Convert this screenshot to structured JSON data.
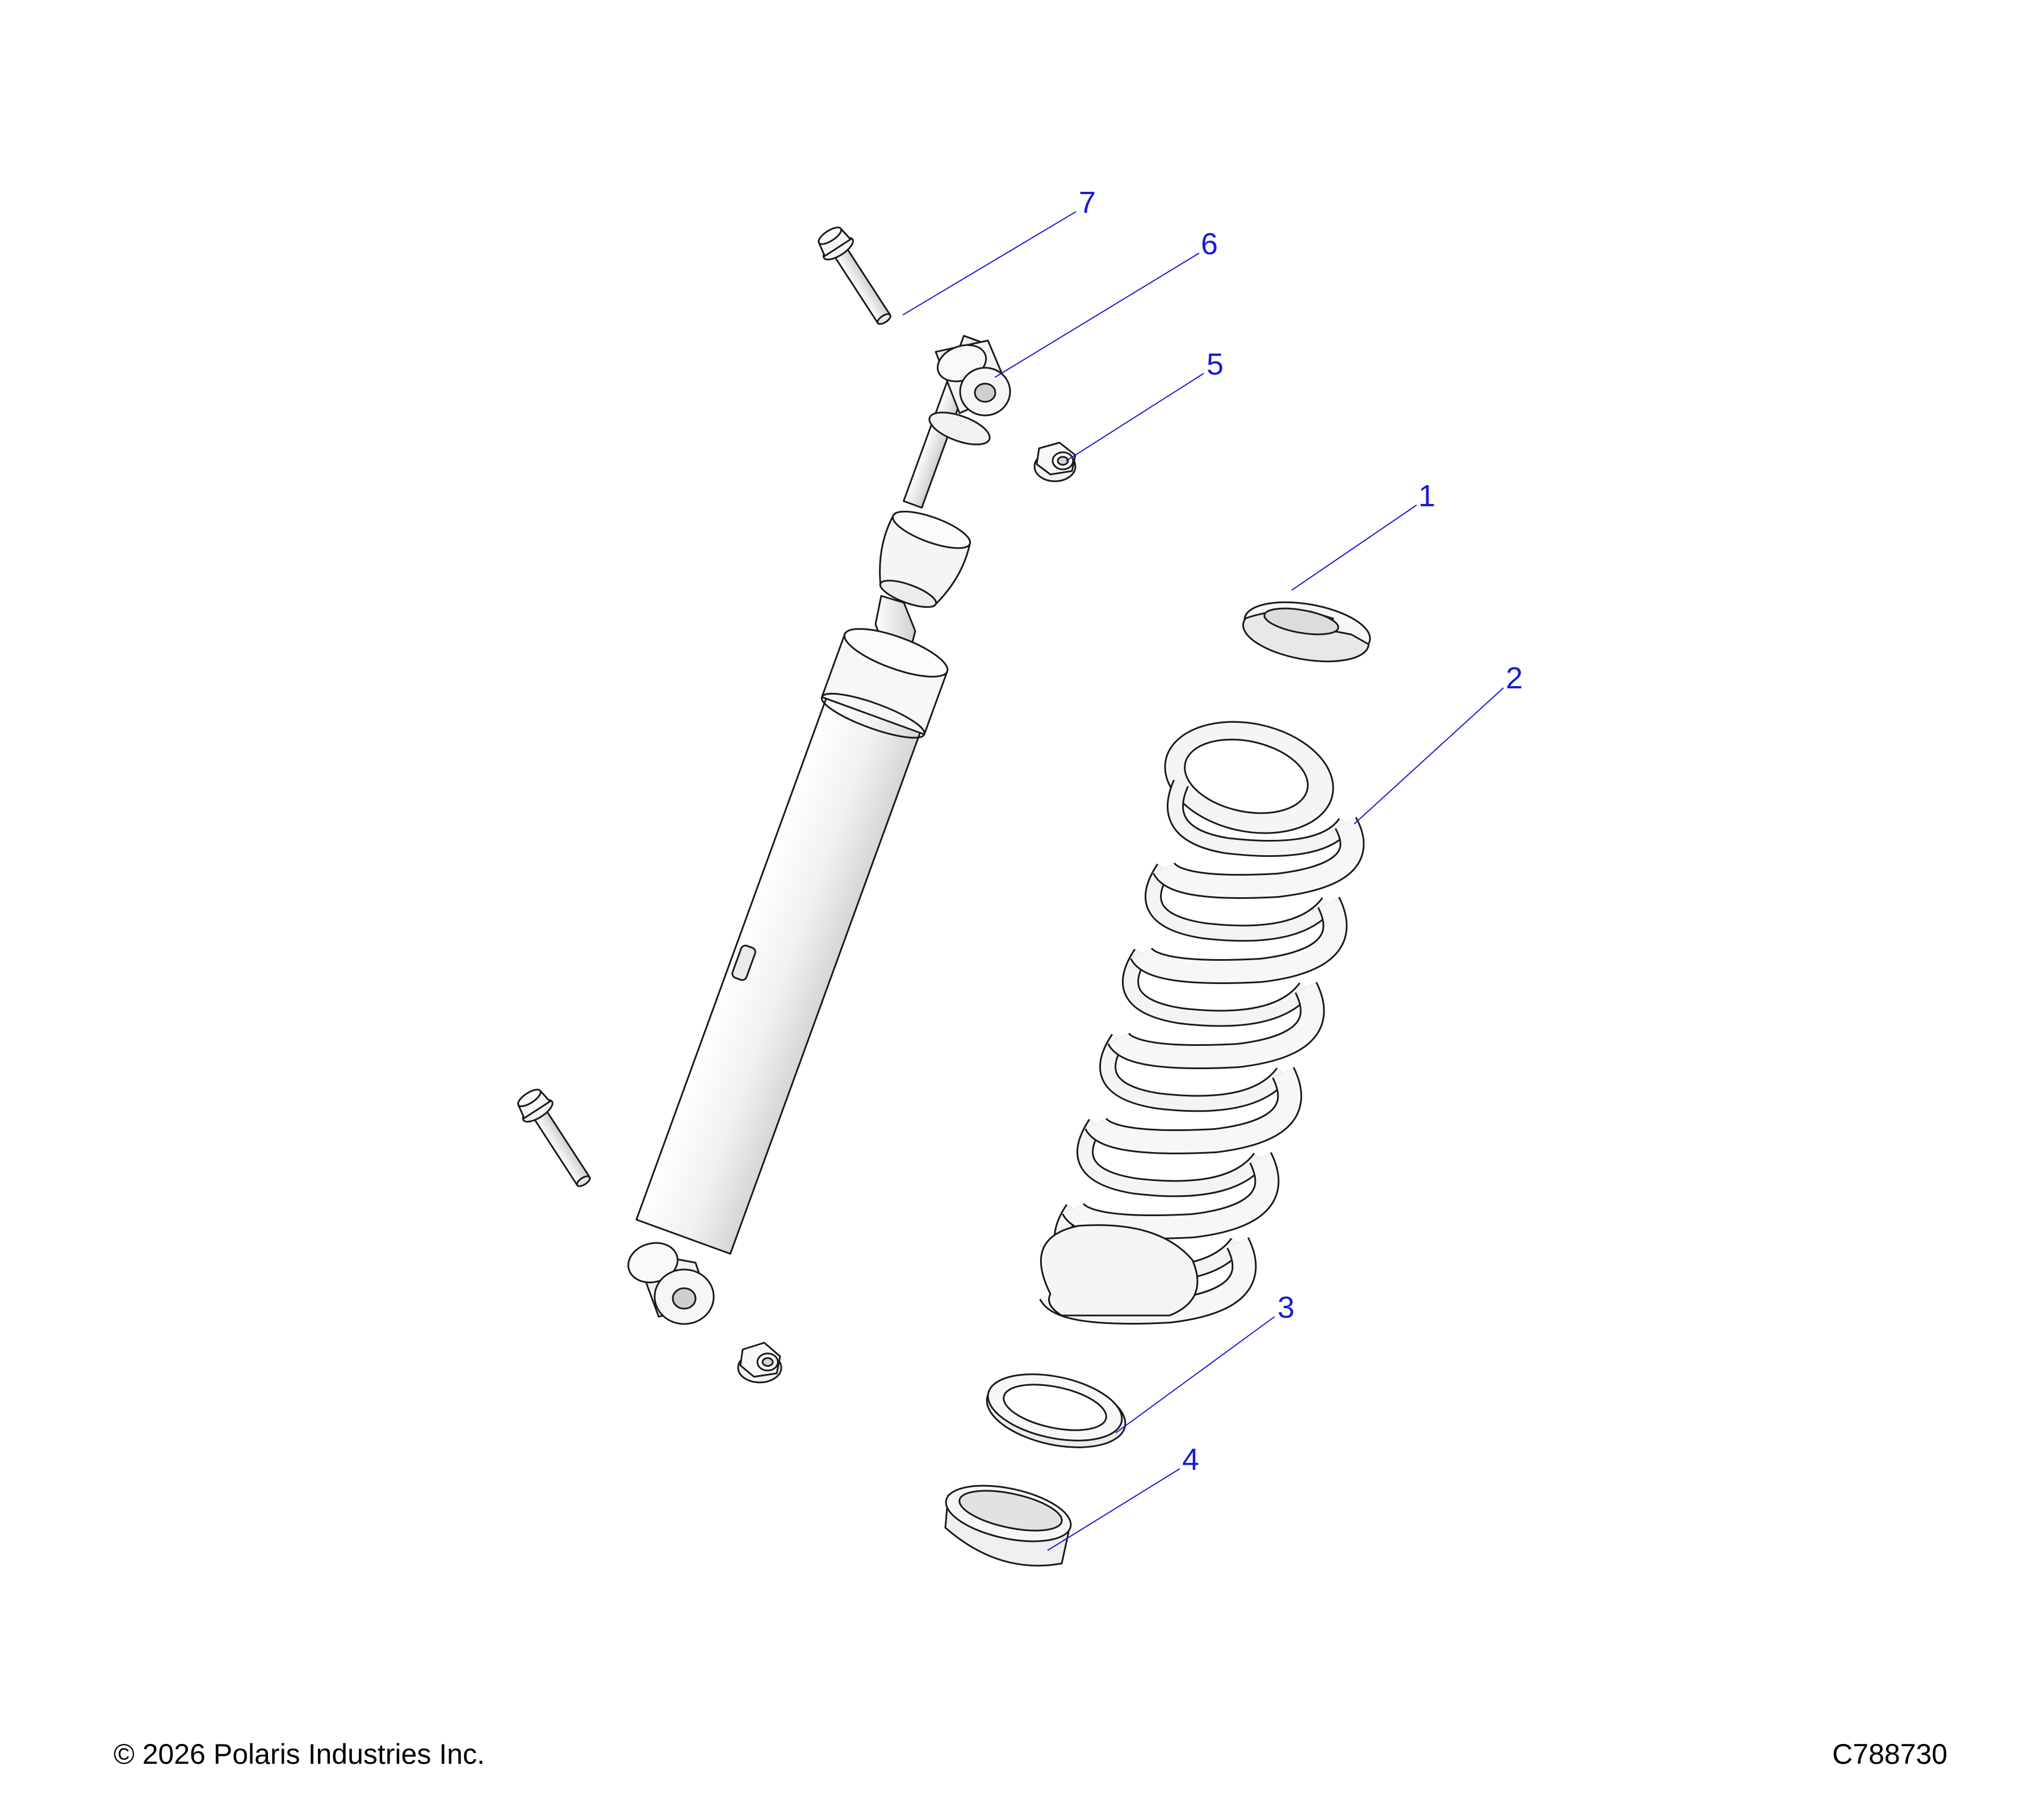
{
  "colors": {
    "callout": "#1a1ad6",
    "outline": "#1a1a1a",
    "part_fill": "#f4f4f4",
    "part_shade": "#d9d9d9"
  },
  "callouts": [
    {
      "label": "1",
      "part": "spring-retainer-clip"
    },
    {
      "label": "2",
      "part": "coil-spring"
    },
    {
      "label": "3",
      "part": "spring-seat-washer"
    },
    {
      "label": "4",
      "part": "spring-lower-cup"
    },
    {
      "label": "5",
      "part": "flange-nut"
    },
    {
      "label": "6",
      "part": "shock-upper-eye-bushing"
    },
    {
      "label": "7",
      "part": "flange-bolt"
    }
  ],
  "footer": {
    "copyright": "© 2026 Polaris Industries Inc.",
    "diagram_id": "C788730"
  }
}
